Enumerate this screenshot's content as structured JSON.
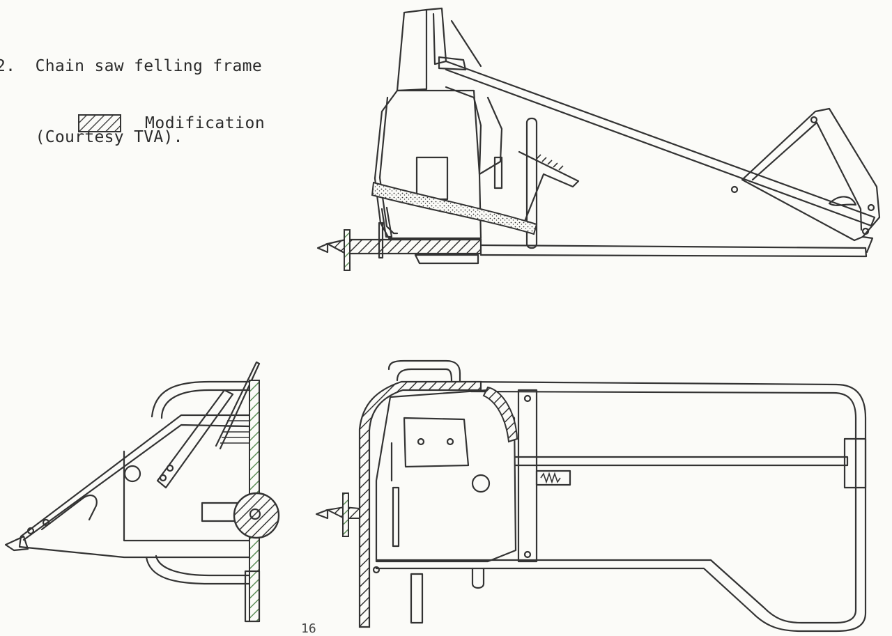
{
  "figure": {
    "number_fragment": "2.",
    "caption_line_1": "Chain saw felling frame",
    "caption_line_2": "(Courtesy TVA)."
  },
  "legend": {
    "label": "Modification",
    "pattern": "diagonal-hatch"
  },
  "page_number": "16",
  "colors": {
    "paper": "#fbfbf8",
    "ink": "#333333",
    "accent_green": "#5e8f5a"
  }
}
